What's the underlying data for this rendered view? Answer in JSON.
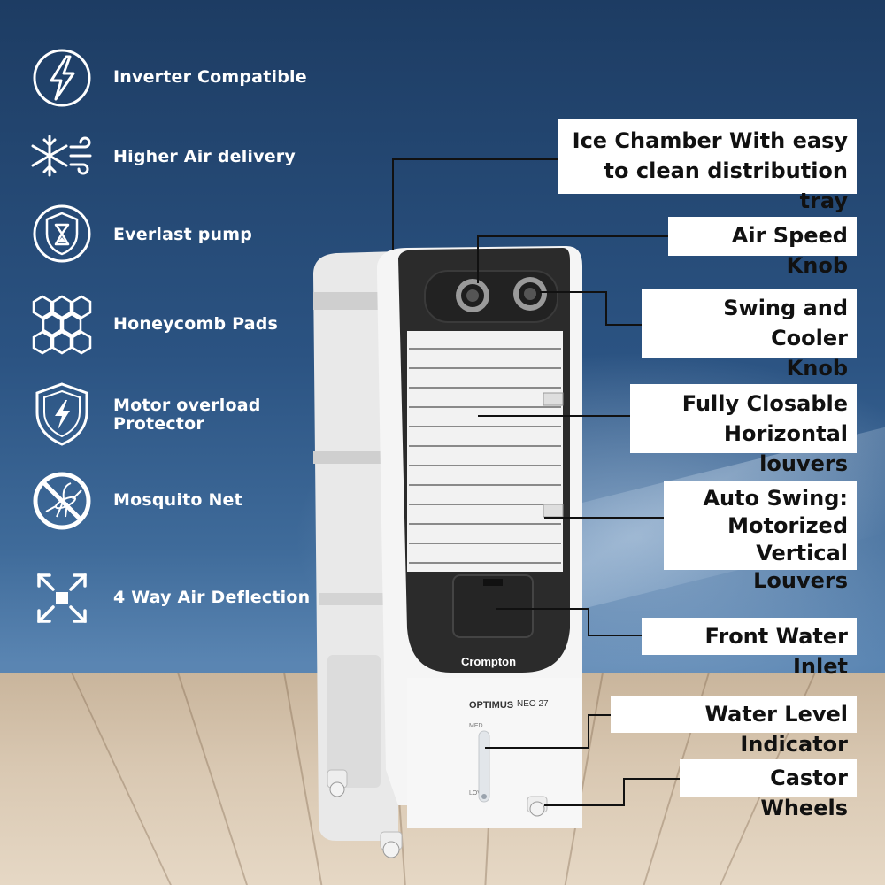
{
  "features": [
    {
      "icon": "lightning-icon",
      "label": "Inverter Compatible"
    },
    {
      "icon": "snowflake-wind-icon",
      "label": "Higher Air delivery"
    },
    {
      "icon": "shield-hourglass-icon",
      "label": "Everlast pump"
    },
    {
      "icon": "honeycomb-icon",
      "label": "Honeycomb Pads"
    },
    {
      "icon": "shield-bolt-icon",
      "label_line1": "Motor overload",
      "label_line2": "Protector"
    },
    {
      "icon": "no-mosquito-icon",
      "label": "Mosquito Net"
    },
    {
      "icon": "four-arrows-icon",
      "label": "4 Way Air Deflection"
    }
  ],
  "callouts": {
    "ice_chamber": {
      "line1": "Ice Chamber With easy",
      "line2": "to clean distribution tray"
    },
    "air_speed": {
      "line1": "Air Speed Knob"
    },
    "swing_cooler": {
      "line1": "Swing and Cooler",
      "line2": "Knob"
    },
    "louvers": {
      "line1": "Fully Closable",
      "line2": "Horizontal louvers"
    },
    "auto_swing": {
      "line1": "Auto Swing:",
      "line2": "Motorized",
      "line3": "Vertical Louvers"
    },
    "water_inlet": {
      "line1": "Front Water Inlet"
    },
    "water_level": {
      "line1": "Water Level Indicator"
    },
    "castor": {
      "line1": "Castor Wheels"
    }
  },
  "product": {
    "brand": "Crompton",
    "model_name": "OPTIMUS",
    "model_variant": "NEO 27",
    "level_high": "MED",
    "level_low": "LOW"
  },
  "colors": {
    "wall": "#2b5382",
    "floor": "#d9c8b2",
    "callout_bg": "#ffffff",
    "cooler_body": "#f4f4f4",
    "cooler_panel": "#2a2a2a"
  }
}
